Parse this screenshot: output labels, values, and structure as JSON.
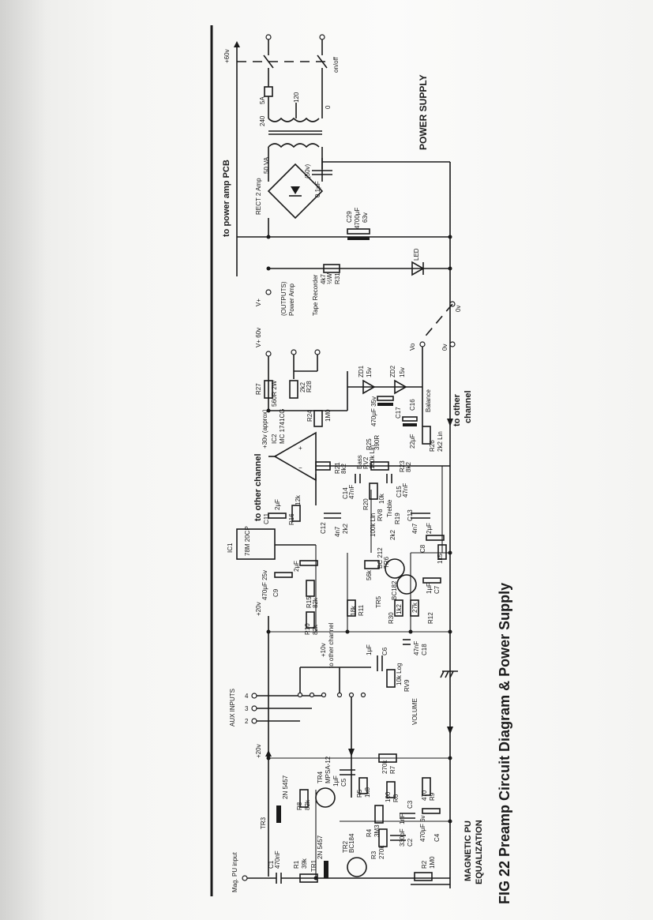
{
  "figure": {
    "caption": "FIG 22  Preamp Circuit Diagram & Power Supply",
    "sections": {
      "power_supply": "POWER SUPPLY",
      "equalization_line1": "MAGNETIC PU",
      "equalization_line2": "EQUALIZATION",
      "to_power_amp": "to power amp PCB",
      "to_other_channel_top": "to other channel",
      "to_other_channel_right_1": "to other",
      "to_other_channel_right_2": "channel",
      "outputs": "(OUTPUTS)",
      "power_amp": "Power Amp",
      "tape_recorder": "Tape Recorder",
      "aux_inputs": "AUX INPUTS",
      "mag_pu_input": "Mag. PU input",
      "balance": "Balance",
      "volume": "VOLUME",
      "on_off": "on/off"
    },
    "rails": {
      "plus60": "+60v",
      "vplus": "V+",
      "vplus_60": "V+ 60v",
      "plus30": "+30v (approx)",
      "plus20_left": "+20v",
      "plus20_mid": "+20v",
      "plus10": "+10v",
      "to_other_channel_small": "to other channel",
      "ov_top": "0v",
      "vo": "Vo",
      "ov_bottom": "0v"
    },
    "aux_numbers": [
      "4",
      "3",
      "2"
    ],
    "transformer": {
      "v240": "240",
      "fuse": "5A",
      "v120": "120",
      "zero": "0",
      "rect": "RECT 2 Amp",
      "rect_va": "50 VA",
      "cap_v": "(50v)",
      "cap_val": "0.1μF"
    },
    "components": {
      "c29": "C29",
      "c29_val": "4700μF",
      "c29_v": "63v",
      "r31": "R31",
      "r31_val": "4k7",
      "r31_w": "½W",
      "led": "LED",
      "r27": "R27",
      "r27_val": "560R 2W",
      "r28": "R28",
      "r28_val": "2k2",
      "r24": "R24",
      "r24_val": "1M0",
      "ic2": "IC2",
      "ic2_type": "MC 1741CG",
      "zd1": "ZD1",
      "zd1_v": "15v",
      "zd2": "ZD2",
      "zd2_v": "15v",
      "c17": "C17",
      "c17_val": "470μF 35v",
      "c16": "C16",
      "c16_val": "22μF",
      "r25": "R25",
      "r25_val": "390R",
      "r26": "R26",
      "r26_val": "2k2 Lin",
      "r21": "R21",
      "r21_val": "8k2",
      "r22": "RV2",
      "r22_val": "100k Lin",
      "bass": "Bass",
      "r23": "R23",
      "r23_val": "8k2",
      "c14": "C14",
      "c14_val": "47nF",
      "c15": "C15",
      "c15_val": "47nF",
      "r20": "R20",
      "r20_val": "10k",
      "treble": "Treble",
      "r19": "R19",
      "r19_val": "2k2",
      "c13": "C13",
      "c13_val": "4n7",
      "c12": "C12",
      "c12_val": "4n7",
      "r16": "R16",
      "r16_val": "12k",
      "c11": "C11",
      "c11_val": "2μF",
      "ic1": "IC1",
      "ic1_type": "78M 20CP",
      "r18": "RV8",
      "r18_val": "100k Lin",
      "r17": "R17",
      "r17_val": "2k2",
      "c8": "C8",
      "c8_val": "2μF",
      "r14": "R14",
      "r14_val": "1k5",
      "tr6": "TR6",
      "tr6_type": "BC 212",
      "tr5": "TR5",
      "tr5_type": "BC182",
      "r13": "R13",
      "r13_val": "56k",
      "c7": "C7",
      "c7_val": "1μF",
      "c9": "C9",
      "c9_val": "470μF 25v",
      "c10": "C10",
      "c10_val": "2μF",
      "r15": "R15",
      "r15_val": "82k",
      "r10": "R10",
      "r10_val": "82k",
      "r11": "R11",
      "r11_val": "18k",
      "r30": "R30",
      "r30_val": "1k2",
      "r12": "R12",
      "r12_val": "27k",
      "c6": "C6",
      "c6_val": "1μF",
      "c18": "C18",
      "c18_val": "47nF",
      "rv9": "RV9",
      "rv9_val": "10k Log",
      "c1": "C1",
      "c1_val": "470nF",
      "r1": "R1",
      "r1_val": "39k",
      "tr1": "TR1",
      "tr1_type": "2N 5457",
      "tr2": "TR2",
      "tr2_type": "BC184",
      "tr3": "TR3",
      "tr3_type": "2N 5457",
      "tr4": "TR4",
      "tr4_type": "MPSA-12",
      "r8": "R8",
      "r8_val": "82k",
      "r5": "R5",
      "r5_val": "1k8",
      "c5": "C5",
      "c5_val": "1μF",
      "r7": "R7",
      "r7_val": "270k",
      "r6": "R6",
      "r6_val": "100",
      "r4": "R4",
      "r4_val": "3M3",
      "r3": "R3",
      "r3_val": "270k",
      "c3": "C3",
      "c3_val": "1nF",
      "c2": "C2",
      "c2_val": "330pF",
      "r9": "R9",
      "r9_val": "470",
      "c4": "C4",
      "c4_val": "470μF 6v",
      "r2": "R2",
      "r2_val": "1M0"
    }
  }
}
